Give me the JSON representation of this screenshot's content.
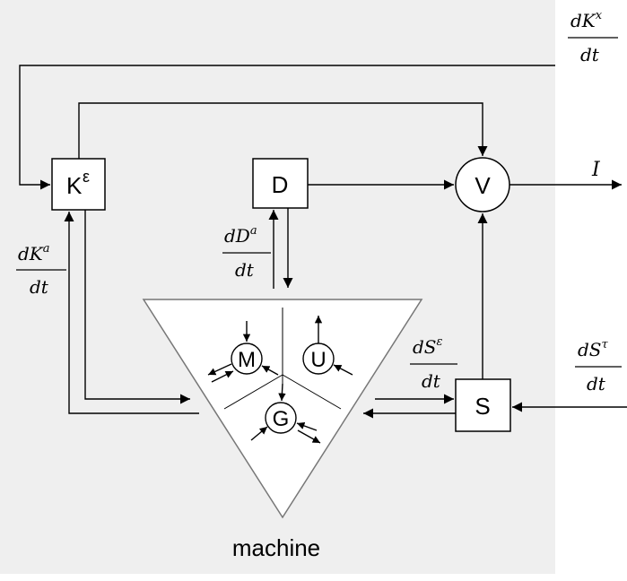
{
  "blocks": {
    "k": {
      "base": "K",
      "sup": "ε"
    },
    "d": "D",
    "v": "V",
    "s": "S"
  },
  "machine": {
    "caption": "machine",
    "m": "M",
    "u": "U",
    "g": "G"
  },
  "rates": {
    "kx": {
      "num": "dK",
      "sup": "x",
      "den": "dt"
    },
    "ka": {
      "num": "dK",
      "sup": "a",
      "den": "dt"
    },
    "da": {
      "num": "dD",
      "sup": "a",
      "den": "dt"
    },
    "se": {
      "num": "dS",
      "sup": "ε",
      "den": "dt"
    },
    "st": {
      "num": "dS",
      "sup": "τ",
      "den": "dt"
    }
  },
  "output": "I",
  "colors": {
    "panel": "#efefef",
    "stroke": "#000000",
    "triangle": "#ffffff"
  }
}
